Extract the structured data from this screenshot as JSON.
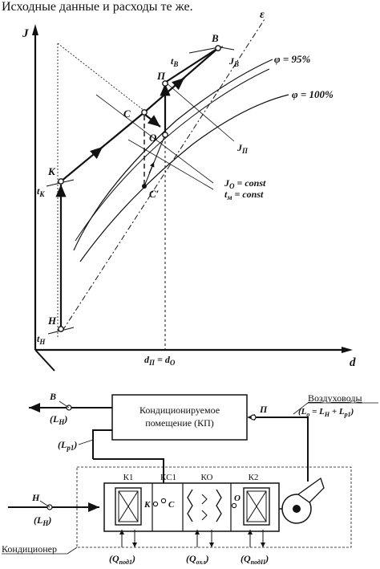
{
  "intro_text": "Исходные данные и расходы те же.",
  "diagram": {
    "axes": {
      "y_label": "J",
      "x_label": "d",
      "x_mark": "d_П = d_O"
    },
    "curves": {
      "phi95": "φ = 95%",
      "phi100": "φ = 100%",
      "epsilon": "ε"
    },
    "points": {
      "B": "В",
      "tB": "t_В",
      "JB": "J_В",
      "P": "П",
      "JP": "J_П",
      "C": "С",
      "O": "О",
      "Cprime": "С′",
      "K": "К",
      "tK": "t_К",
      "H": "Н",
      "tH": "t_Н"
    },
    "annotations": {
      "JO": "J_O = const",
      "tm": "t_м = const"
    },
    "d_sub": "П",
    "d_sub2": "O"
  },
  "scheme": {
    "room_line1": "Кондиционируемое",
    "room_line2": "помещение (КП)",
    "vozduhovody": "Воздуховоды",
    "formula": "(L_o = L_H + L_p1)",
    "B": "В",
    "P": "П",
    "H": "Н",
    "LH_top": "(L_H)",
    "LH_bottom": "(L_H)",
    "Lp1": "(L_p1)",
    "sections": [
      "К1",
      "КС1",
      "КО",
      "К2"
    ],
    "K": "К",
    "C": "С",
    "O": "О",
    "Q1": "(Q_под1)",
    "Qokhl": "(Q_охл)",
    "QII": "(Q_подII)",
    "conditioner": "Кондиционер"
  }
}
